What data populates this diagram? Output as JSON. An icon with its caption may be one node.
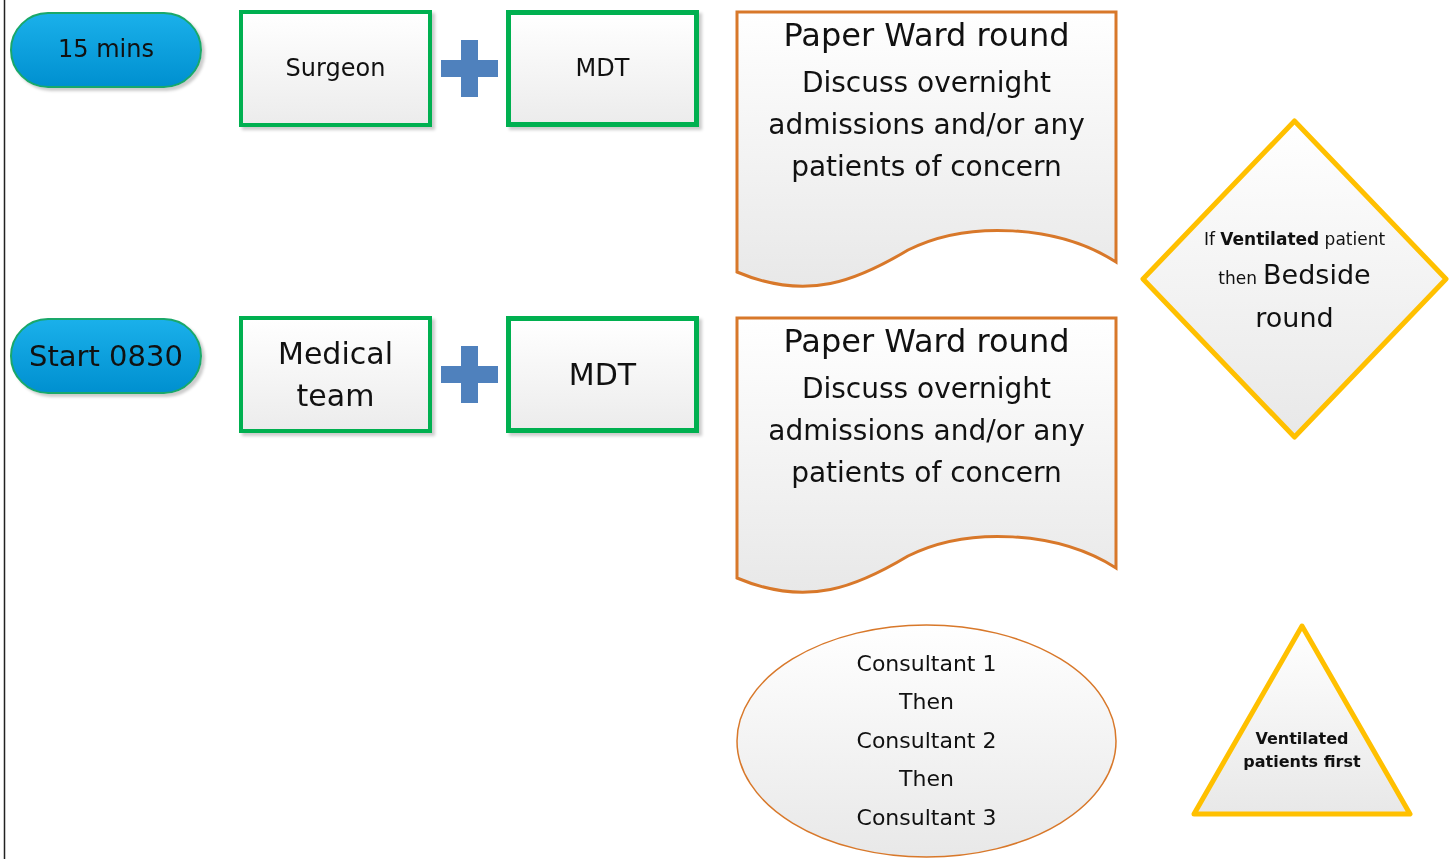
{
  "diagram": {
    "nodes": [
      {
        "text": [
          "15 mins"
        ]
      },
      {
        "text": [
          "Surgeon"
        ]
      },
      {
        "text": [
          "MDT"
        ]
      },
      {
        "text": [
          "Paper Ward round",
          "Discuss overnight admissions and/or any patients of concern"
        ]
      },
      {
        "text": [
          "If **Ventilated** patient then",
          "Bedside round"
        ]
      },
      {
        "text": [
          "Start  0830"
        ]
      },
      {
        "text": [
          "Medical team"
        ]
      },
      {
        "text": [
          "MDT"
        ]
      },
      {
        "text": [
          "Paper Ward round",
          "Discuss overnight admissions and/or any patients of concern"
        ]
      },
      {
        "text": [
          "Consultant 1 Then Consultant 2 Then Consultant 3"
        ]
      },
      {
        "text": [
          "Ventilated patients first"
        ]
      }
    ]
  }
}
